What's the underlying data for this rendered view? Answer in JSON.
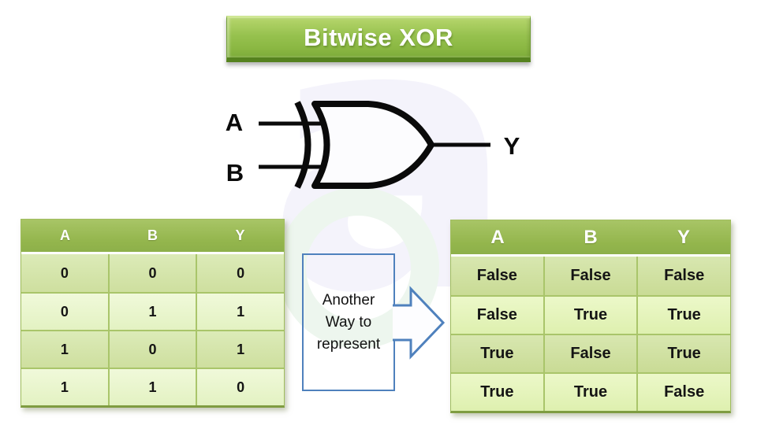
{
  "title_banner": {
    "label": "Bitwise XOR"
  },
  "xor_gate": {
    "input_a_label": "A",
    "input_b_label": "B",
    "output_label": "Y"
  },
  "annotation": {
    "line1": "Another",
    "line2": "Way to",
    "line3": "represent"
  },
  "binary_truth_table": {
    "headers": [
      "A",
      "B",
      "Y"
    ],
    "rows": [
      [
        "0",
        "0",
        "0"
      ],
      [
        "0",
        "1",
        "1"
      ],
      [
        "1",
        "0",
        "1"
      ],
      [
        "1",
        "1",
        "0"
      ]
    ]
  },
  "boolean_truth_table": {
    "headers": [
      "A",
      "B",
      "Y"
    ],
    "rows": [
      [
        "False",
        "False",
        "False"
      ],
      [
        "False",
        "True",
        "True"
      ],
      [
        "True",
        "False",
        "True"
      ],
      [
        "True",
        "True",
        "False"
      ]
    ]
  },
  "watermark": {
    "letter": "a"
  },
  "colors": {
    "accent_green": "#9bbb59",
    "banner_border_dark": "#55821e",
    "row_green_dark": "#d3e3a6",
    "row_green_light": "#e9f5cf",
    "table_border_green": "#a9c56a",
    "arrow_blue": "#4f81bd",
    "gate_black": "#0a0a0a",
    "header_text": "#ffffff"
  }
}
